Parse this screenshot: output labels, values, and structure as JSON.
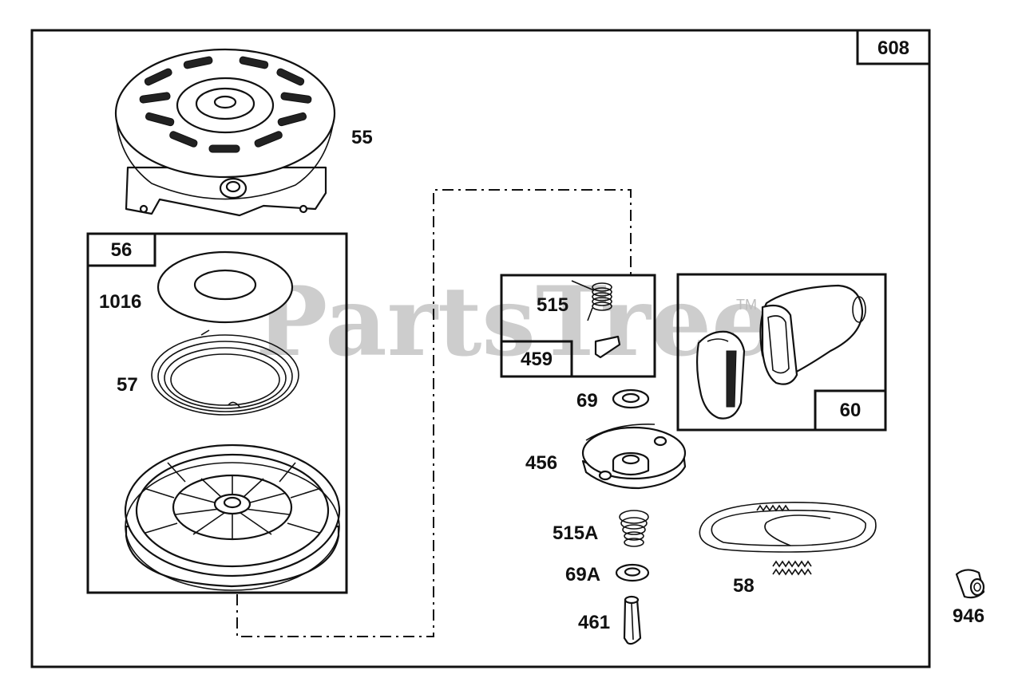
{
  "diagram": {
    "main_box_label": "608",
    "watermark": "PartsTree",
    "trademark": "TM",
    "parts": {
      "p55": "55",
      "p56": "56",
      "p1016": "1016",
      "p57": "57",
      "p515": "515",
      "p459": "459",
      "p60": "60",
      "p69": "69",
      "p456": "456",
      "p515A": "515A",
      "p69A": "69A",
      "p461": "461",
      "p58": "58",
      "p946": "946"
    }
  }
}
